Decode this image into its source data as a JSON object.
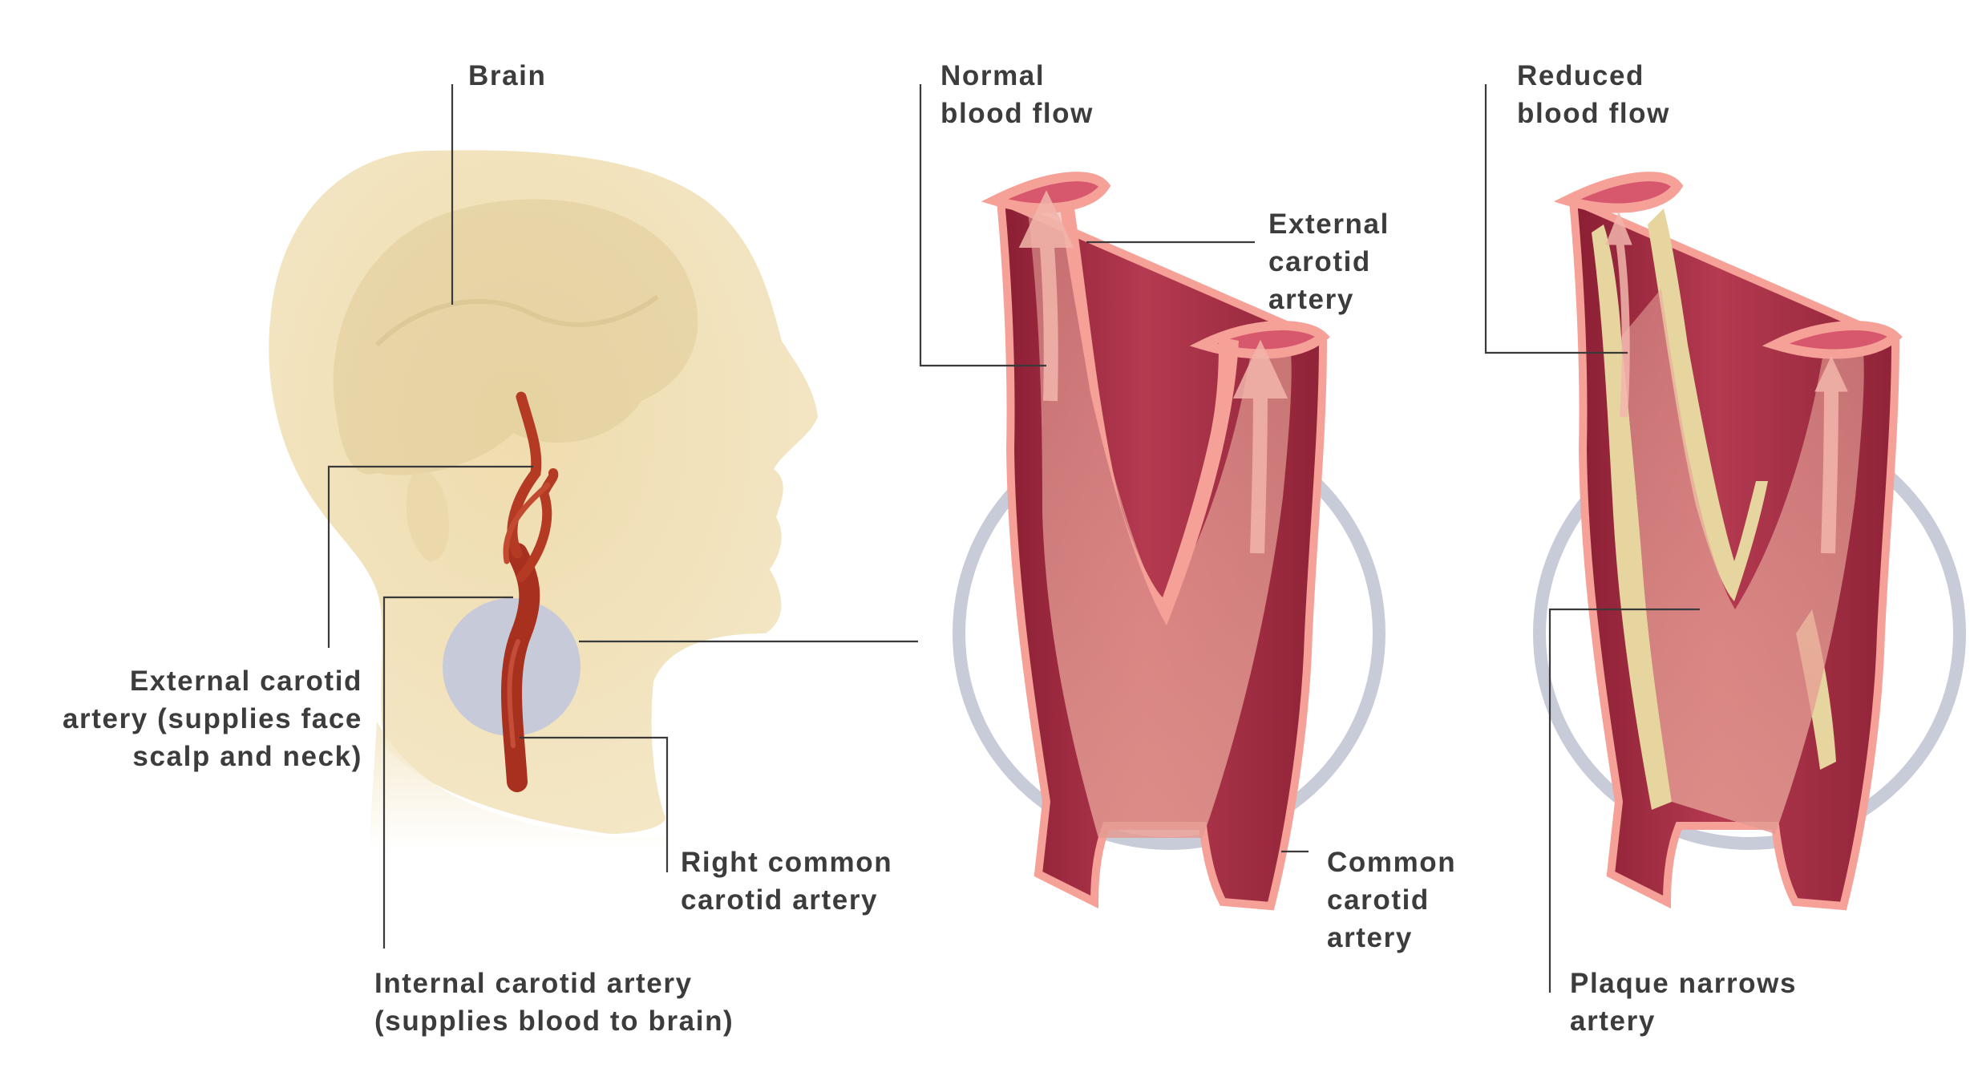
{
  "labels": {
    "brain": "Brain",
    "external_left": [
      "External carotid",
      "artery (supplies face",
      "scalp and neck)"
    ],
    "internal": [
      "Internal carotid artery",
      "(supplies blood to brain)"
    ],
    "right_common": [
      "Right common",
      "carotid artery"
    ],
    "normal_flow": [
      "Normal",
      "blood flow"
    ],
    "external_mid": [
      "External",
      "carotid",
      "artery"
    ],
    "common_mid": [
      "Common",
      "carotid",
      "artery"
    ],
    "reduced_flow": [
      "Reduced",
      "blood flow"
    ],
    "plaque": [
      "Plaque narrows",
      "artery"
    ]
  },
  "colors": {
    "background": "#ffffff",
    "head_skin": "#f1e2bb",
    "brain_shadow": "#e2cf9f",
    "artery_wall": "#b2384e",
    "artery_inner": "#8e2238",
    "artery_rim": "#f5a198",
    "flow_arrow": "#f0b2a8",
    "plaque": "#e6d59e",
    "zoom_ring": "#c8cbd8",
    "label_text": "#3c3c3c",
    "leader_line": "#3a3a3a"
  }
}
